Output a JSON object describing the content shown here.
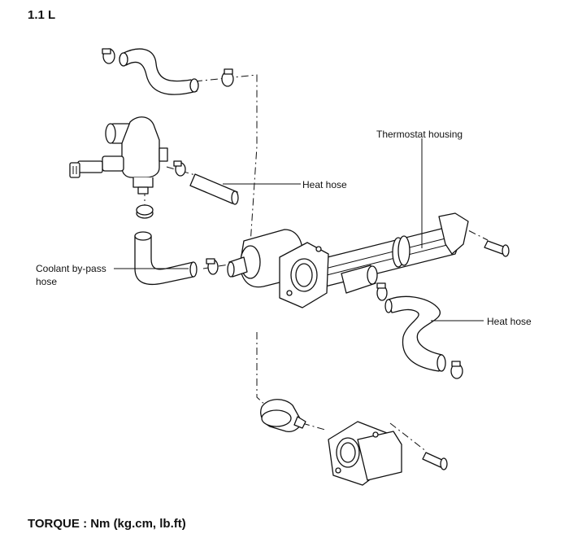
{
  "page": {
    "heading": "1.1 L",
    "torque_label": "TORQUE : Nm (kg.cm, lb.ft)"
  },
  "labels": {
    "thermostat_housing": "Thermostat housing",
    "heat_hose_upper": "Heat hose",
    "heat_hose_lower": "Heat hose",
    "bypass_hose_line1": "Coolant by-pass",
    "bypass_hose_line2": "hose"
  }
}
